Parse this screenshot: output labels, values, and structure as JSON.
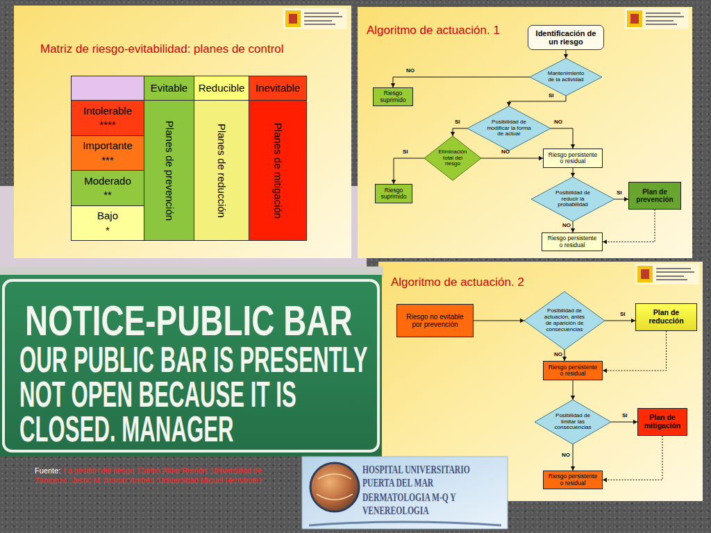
{
  "diagram": {
    "caption": "La gestión del riesgo. Carlos Aibar Remón. Universidad de Zaragoza. Jesús M. Aranaz Andrés. Universidad Miguel Hernández",
    "nodes": [
      {
        "text": [
          "Identificación de un riesgo"
        ]
      },
      {
        "text": [
          "Mantenimiento de la actividad"
        ]
      },
      {
        "text": [
          "Riesgo suprimido"
        ]
      },
      {
        "text": [
          "Posibilidad de modificar la forma de actuar"
        ]
      },
      {
        "text": [
          "Eliminación total del riesgo"
        ]
      },
      {
        "text": [
          "Riesgo persistente o residual"
        ]
      },
      {
        "text": [
          "Riesgo suprimido"
        ]
      },
      {
        "text": [
          "Posibilidad de reducir la probabilidad"
        ]
      },
      {
        "text": [
          "Plan de prevención"
        ]
      },
      {
        "text": [
          "Riesgo persistente o residual"
        ]
      },
      {
        "text": [
          "Riesgo no evitable por prevención"
        ]
      },
      {
        "text": [
          "Posibilidad de actuación, antes de aparición de consecuencias"
        ]
      },
      {
        "text": [
          "Plan de reducción"
        ]
      },
      {
        "text": [
          "Riesgo persistente o residual"
        ]
      },
      {
        "text": [
          "Posibilidad de limitar las consecuencias"
        ]
      },
      {
        "text": [
          "Plan de mitigación"
        ]
      },
      {
        "text": [
          "Riesgo persistente o residual"
        ]
      }
    ],
    "edges": [
      {
        "from": 0,
        "to": 1,
        "arrow": "to"
      },
      {
        "from": 1,
        "to": 2,
        "arrow": "to",
        "label": "NO"
      },
      {
        "from": 1,
        "to": 3,
        "arrow": "to",
        "label": "SI"
      },
      {
        "from": 3,
        "to": 4,
        "arrow": "to",
        "label": "SI"
      },
      {
        "from": 3,
        "to": 5,
        "arrow": "to",
        "label": "NO"
      },
      {
        "from": 4,
        "to": 6,
        "arrow": "to",
        "label": "SI"
      },
      {
        "from": 4,
        "to": 5,
        "arrow": "to",
        "label": "NO"
      },
      {
        "from": 5,
        "to": 7,
        "arrow": "to"
      },
      {
        "from": 7,
        "to": 8,
        "arrow": "to",
        "label": "SI"
      },
      {
        "from": 7,
        "to": 9,
        "arrow": "to",
        "label": "NO"
      },
      {
        "from": 8,
        "to": 9,
        "arrow": "to"
      },
      {
        "from": 10,
        "to": 11,
        "arrow": "to"
      },
      {
        "from": 11,
        "to": 12,
        "arrow": "to",
        "label": "SI"
      },
      {
        "from": 11,
        "to": 13,
        "arrow": "to",
        "label": "NO"
      },
      {
        "from": 12,
        "to": 13,
        "arrow": "to"
      },
      {
        "from": 13,
        "to": 14,
        "arrow": "to"
      },
      {
        "from": 14,
        "to": 15,
        "arrow": "to",
        "label": "SI"
      },
      {
        "from": 14,
        "to": 16,
        "arrow": "to",
        "label": "NO"
      },
      {
        "from": 15,
        "to": 16,
        "arrow": "to"
      }
    ],
    "labels": [
      "Matriz de riesgo-evitabilidad: planes de control",
      "Evitable",
      "Reducible",
      "Inevitable",
      "Intolerable",
      "****",
      "Importante",
      "***",
      "Moderado",
      "**",
      "Bajo",
      "*",
      "Planes de prevención",
      "Planes de reducción",
      "Planes de mitigación",
      "Algoritmo de actuación. 1",
      "Algoritmo de actuación. 2",
      "NOTICE-PUBLIC BAR",
      "OUR PUBLIC BAR IS PRESENTLY NOT OPEN BECAUSE IT IS CLOSED. MANAGER",
      "Fuente:",
      "HOSPITAL UNIVERSITARIO PUERTA DEL MAR",
      "DERMATOLOGIA M-Q Y VENEREOLOGIA"
    ]
  }
}
